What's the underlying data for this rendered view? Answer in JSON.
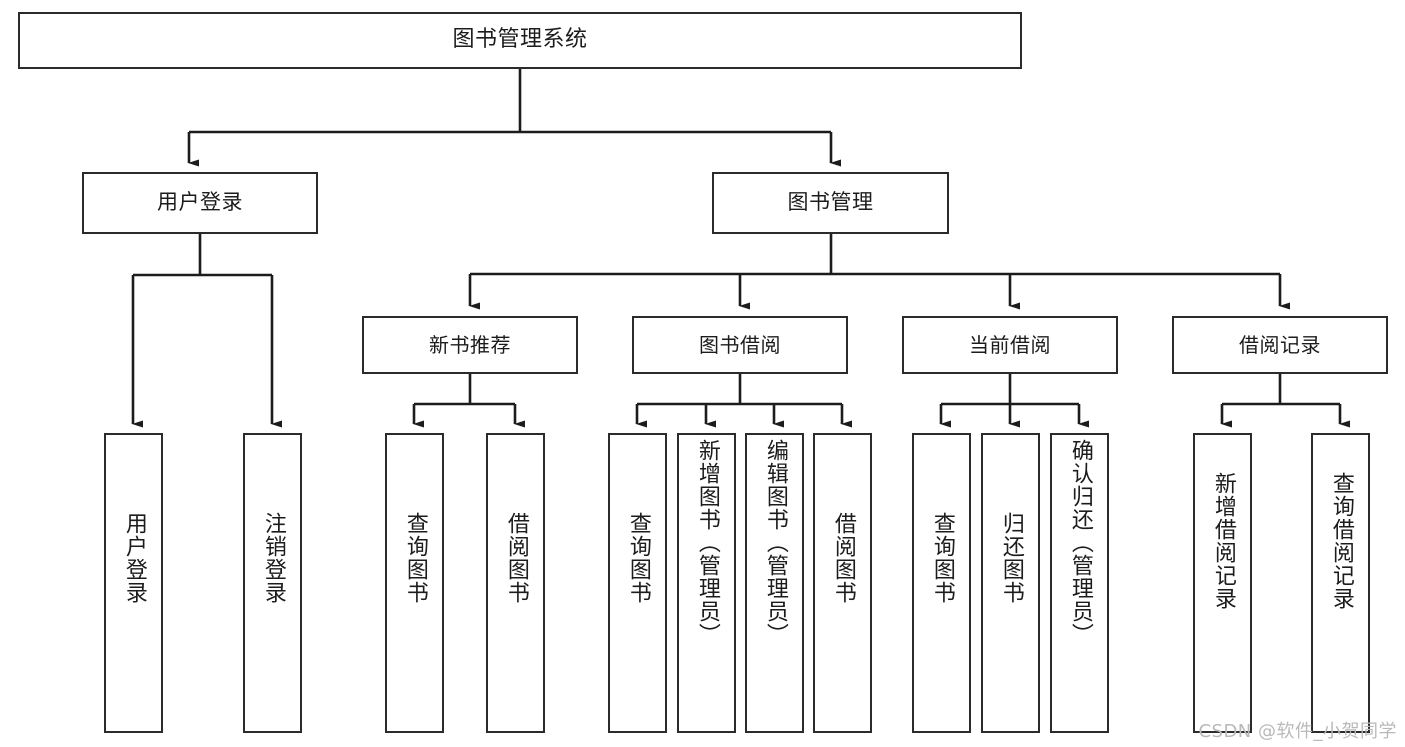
{
  "diagram": {
    "type": "tree-hierarchy-chart",
    "title": "图书管理系统",
    "watermark": "CSDN @软件_小贺同学",
    "colors": {
      "box_border": "#2b2b2b",
      "box_fill": "#ffffff",
      "connector": "#1c1c1c",
      "text": "#1c1c1c",
      "watermark": "#b9b9b9"
    },
    "nodes": {
      "root": {
        "label": "图书管理系统"
      },
      "level2": [
        {
          "id": "user-login",
          "label": "用户登录"
        },
        {
          "id": "book-manage",
          "label": "图书管理"
        }
      ],
      "level3": [
        {
          "id": "new-book-recommend",
          "label": "新书推荐"
        },
        {
          "id": "book-borrow",
          "label": "图书借阅"
        },
        {
          "id": "current-borrow",
          "label": "当前借阅"
        },
        {
          "id": "borrow-record",
          "label": "借阅记录"
        }
      ],
      "leaves": [
        {
          "id": "leaf-user-login",
          "label": "用户登录",
          "parent": "user-login"
        },
        {
          "id": "leaf-logout-login",
          "label": "注销登录",
          "parent": "user-login"
        },
        {
          "id": "leaf-query-book-1",
          "label": "查询图书",
          "parent": "new-book-recommend"
        },
        {
          "id": "leaf-borrow-book-1",
          "label": "借阅图书",
          "parent": "new-book-recommend"
        },
        {
          "id": "leaf-query-book-2",
          "label": "查询图书",
          "parent": "book-borrow"
        },
        {
          "id": "leaf-add-book-admin",
          "label": "新增图书（管理员）",
          "parent": "book-borrow"
        },
        {
          "id": "leaf-edit-book-admin",
          "label": "编辑图书（管理员）",
          "parent": "book-borrow"
        },
        {
          "id": "leaf-borrow-book-2",
          "label": "借阅图书",
          "parent": "book-borrow"
        },
        {
          "id": "leaf-query-book-3",
          "label": "查询图书",
          "parent": "current-borrow"
        },
        {
          "id": "leaf-return-book",
          "label": "归还图书",
          "parent": "current-borrow"
        },
        {
          "id": "leaf-confirm-return-admin",
          "label": "确认归还（管理员）",
          "parent": "current-borrow"
        },
        {
          "id": "leaf-add-borrow-record",
          "label": "新增借阅记录",
          "parent": "borrow-record"
        },
        {
          "id": "leaf-query-borrow-record",
          "label": "查询借阅记录",
          "parent": "borrow-record"
        }
      ]
    }
  }
}
